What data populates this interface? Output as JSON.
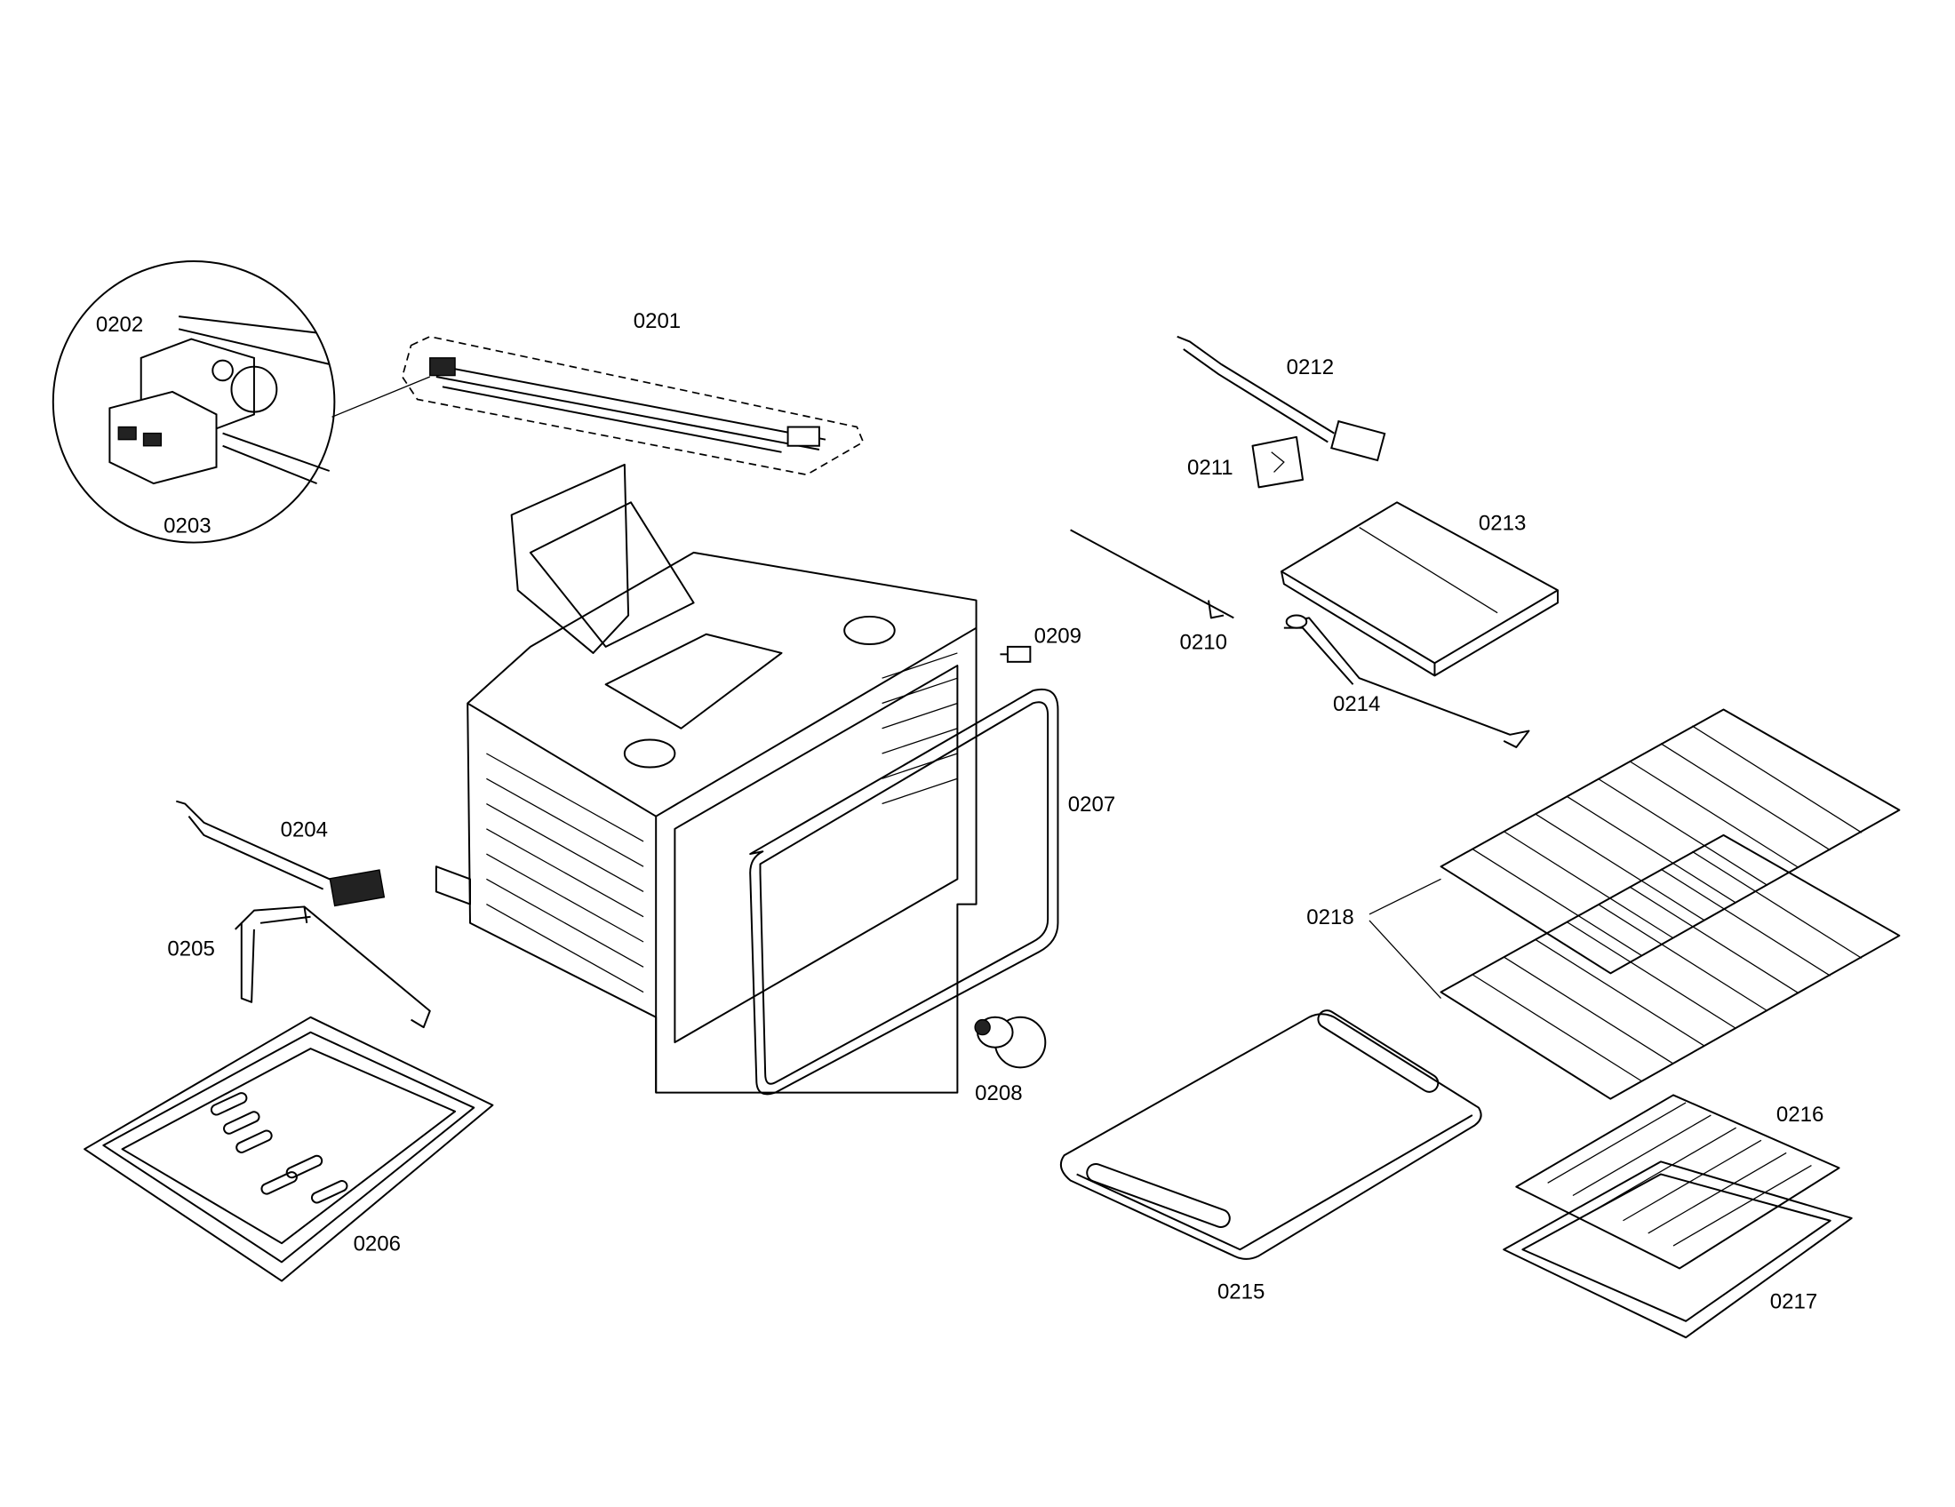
{
  "diagram": {
    "type": "exploded-parts-diagram",
    "parts": [
      {
        "id": "0201",
        "label": "0201"
      },
      {
        "id": "0202",
        "label": "0202"
      },
      {
        "id": "0203",
        "label": "0203"
      },
      {
        "id": "0204",
        "label": "0204"
      },
      {
        "id": "0205",
        "label": "0205"
      },
      {
        "id": "0206",
        "label": "0206"
      },
      {
        "id": "0207",
        "label": "0207"
      },
      {
        "id": "0208",
        "label": "0208"
      },
      {
        "id": "0209",
        "label": "0209"
      },
      {
        "id": "0210",
        "label": "0210"
      },
      {
        "id": "0211",
        "label": "0211"
      },
      {
        "id": "0212",
        "label": "0212"
      },
      {
        "id": "0213",
        "label": "0213"
      },
      {
        "id": "0214",
        "label": "0214"
      },
      {
        "id": "0215",
        "label": "0215"
      },
      {
        "id": "0216",
        "label": "0216"
      },
      {
        "id": "0217",
        "label": "0217"
      },
      {
        "id": "0218",
        "label": "0218"
      }
    ]
  }
}
